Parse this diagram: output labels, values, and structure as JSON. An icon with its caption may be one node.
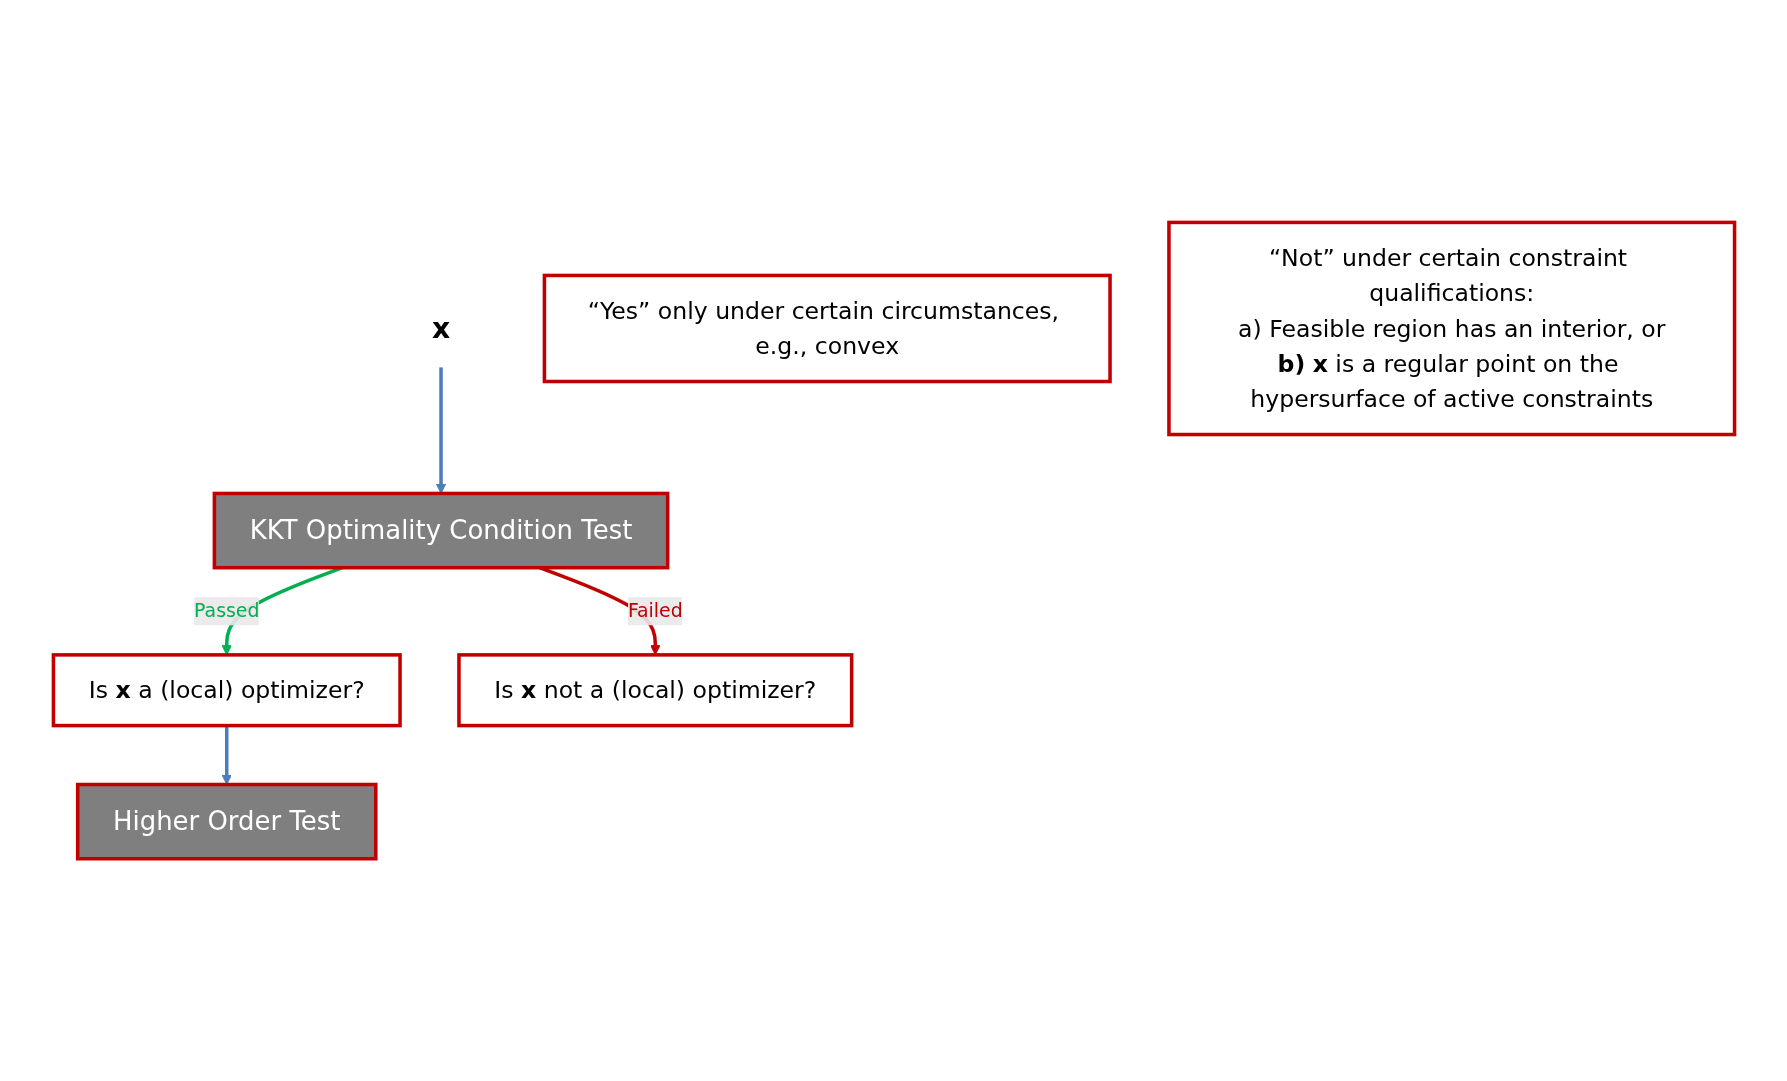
{
  "diagram": {
    "nodes": [
      {
        "text": [
          "**x**"
        ]
      },
      {
        "text": [
          "KKT Optimality Condition Test"
        ]
      },
      {
        "text": [
          "Is **x** a (local) optimizer?"
        ]
      },
      {
        "text": [
          "Is **x** not a (local) optimizer?"
        ]
      },
      {
        "text": [
          "“Yes” only under certain circumstances, e.g., convex"
        ]
      },
      {
        "text": [
          "Higher Order Test"
        ]
      },
      {
        "text": [
          "“Not” under certain constraint qualifications:",
          "a) Feasible region has an interior, or",
          "**b)** **x** is a regular point on the hypersurface of active constraints"
        ]
      }
    ],
    "edges": [
      {
        "from": 0,
        "to": 1,
        "arrow": "to",
        "color": "#4a7ebb"
      },
      {
        "from": 1,
        "to": 2,
        "arrow": "to",
        "label": "Passed",
        "color": "#00b050"
      },
      {
        "from": 1,
        "to": 3,
        "arrow": "to",
        "label": "Failed",
        "color": "#c00000"
      },
      {
        "from": 2,
        "to": 5,
        "arrow": "to",
        "color": "#4a7ebb"
      }
    ]
  }
}
